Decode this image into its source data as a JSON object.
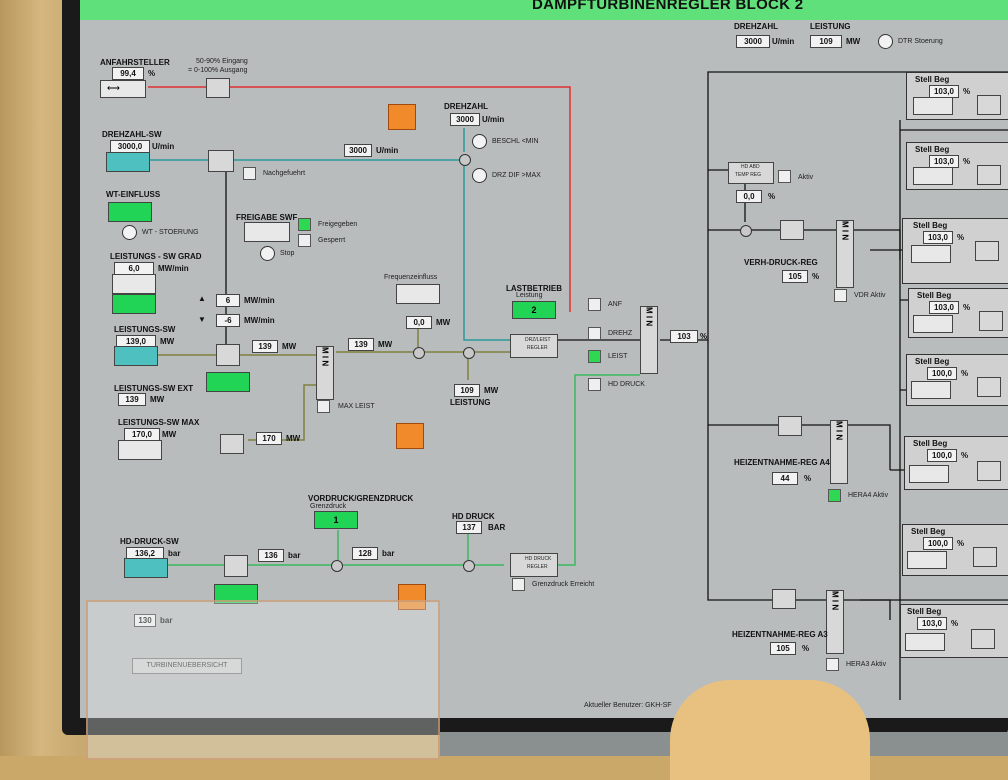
{
  "window": {
    "title": "DAMPFTURBINENREGLER BLOCK 2"
  },
  "header": {
    "drehzahl_label": "DREHZAHL",
    "drehzahl_value": "3000",
    "drehzahl_unit": "U/min",
    "leistung_label": "LEISTUNG",
    "leistung_value": "109",
    "leistung_unit": "MW",
    "dtr_label": "DTR Stoerung"
  },
  "left": {
    "anfahrsteller_label": "ANFAHRSTELLER",
    "anfahrsteller_value": "99,4",
    "anfahrsteller_unit": "%",
    "note_line1": "50-90% Eingang",
    "note_line2": "= 0-100% Ausgang",
    "drehzahl_sw_label": "DREHZAHL-SW",
    "drehzahl_sw_value": "3000,0",
    "drehzahl_sw_unit": "U/min",
    "nachgefuehrt_label": "Nachgefuehrt",
    "wt_einfluss_label": "WT-EINFLUSS",
    "wt_stoerung_label": "WT - STOERUNG",
    "freigabe_label": "FREIGABE SWF",
    "freigegeben_label": "Freigegeben",
    "gesperrt_label": "Gesperrt",
    "stop_label": "Stop",
    "leistungs_sw_grad_label": "LEISTUNGS - SW GRAD",
    "leistungs_sw_grad_value": "6,0",
    "leistungs_sw_grad_unit": "MW/min",
    "rate_up_value": "6",
    "rate_down_value": "-6",
    "rate_unit": "MW/min",
    "leistungs_sw_label": "LEISTUNGS-SW",
    "leistungs_sw_value": "139,0",
    "leistungs_sw_unit": "MW",
    "leistungs_sw_ext_label": "LEISTUNGS-SW EXT",
    "leistungs_sw_ext_value": "139",
    "leistungs_sw_ext_unit": "MW",
    "leistungs_sw_max_label": "LEISTUNGS-SW MAX",
    "leistungs_sw_max_value": "170,0",
    "leistungs_sw_max_unit": "MW",
    "hd_druck_sw_label": "HD-DRUCK-SW",
    "hd_druck_sw_value": "136,2",
    "hd_druck_sw_unit": "bar",
    "hd_druck_sw_ext_value": "130",
    "hd_druck_sw_ext_unit": "bar",
    "turbinenuebersicht_label": "TURBINENUEBERSICHT"
  },
  "middle": {
    "drehzahl_label": "DREHZAHL",
    "drehzahl_value": "3000",
    "drehzahl_unit": "U/min",
    "beschl_label": "BESCHL <MIN",
    "drz_dif_label": "DRZ DIF >MAX",
    "sw_3000_value": "3000",
    "sw_3000_unit": "U/min",
    "frequenz_label": "Frequenzeinfluss",
    "frequenz_value": "0,0",
    "frequenz_unit": "MW",
    "v139a_value": "139",
    "v139a_unit": "MW",
    "v139b_value": "139",
    "v139b_unit": "MW",
    "v170_value": "170",
    "v170_unit": "MW",
    "max_leist_label": "MAX LEIST",
    "lastbetrieb_label": "LASTBETRIEB",
    "lastbetrieb_sub": "Leistung",
    "lastbetrieb_value": "2",
    "leistung_fb_value": "109",
    "leistung_fb_unit": "MW",
    "leistung_fb_label": "LEISTUNG",
    "drzleist_label1": "DRZ/LEIST",
    "drzleist_label2": "REGLER",
    "anf_label": "ANF",
    "drehz_label": "DREHZ",
    "leist_label": "LEIST",
    "hddruck_label": "HD DRUCK",
    "min_output_value": "103",
    "min_output_unit": "%",
    "vordruck_label": "VORDRUCK/GRENZDRUCK",
    "vordruck_sub": "Grenzdruck",
    "vordruck_value": "1",
    "hd_druck_label": "HD DRUCK",
    "hd_druck_value": "137",
    "hd_druck_unit": "BAR",
    "v136_value": "136",
    "v136_unit": "bar",
    "v128_value": "128",
    "v128_unit": "bar",
    "hddruck_reg_label1": "HD DRUCK",
    "hddruck_reg_label2": "REGLER",
    "grenzdruck_label": "Grenzdruck Erreicht",
    "min_text": "M I N"
  },
  "right": {
    "stell_beg_label": "Stell Beg",
    "stell_values": [
      "103,0",
      "103,0",
      "103,0",
      "103,0",
      "100,0",
      "100,0",
      "100,0",
      "103,0"
    ],
    "stell_unit": "%",
    "hd_abd_label1": "HD ABD",
    "hd_abd_label2": "TEMP REG",
    "aktiv_label": "Aktiv",
    "hd_abd_value": "0,0",
    "hd_abd_unit": "%",
    "verh_label": "VERH-DRUCK-REG",
    "verh_value": "105",
    "verh_unit": "%",
    "vdr_aktiv": "VDR Aktiv",
    "hera4_label": "HEIZENTNAHME-REG A4",
    "hera4_value": "44",
    "hera4_unit": "%",
    "hera4_aktiv": "HERA4 Aktiv",
    "hera3_label": "HEIZENTNAHME-REG A3",
    "hera3_value": "105",
    "hera3_unit": "%",
    "hera3_aktiv": "HERA3 Aktiv"
  },
  "status": {
    "user_label": "Aktueller Benutzer: GKH-SF"
  },
  "colors": {
    "title_bar": "#5fe07a",
    "line_red": "#e03030",
    "line_teal": "#2a9a9a",
    "line_olive": "#808040",
    "line_green": "#3ab860",
    "active_green": "#22d455"
  }
}
